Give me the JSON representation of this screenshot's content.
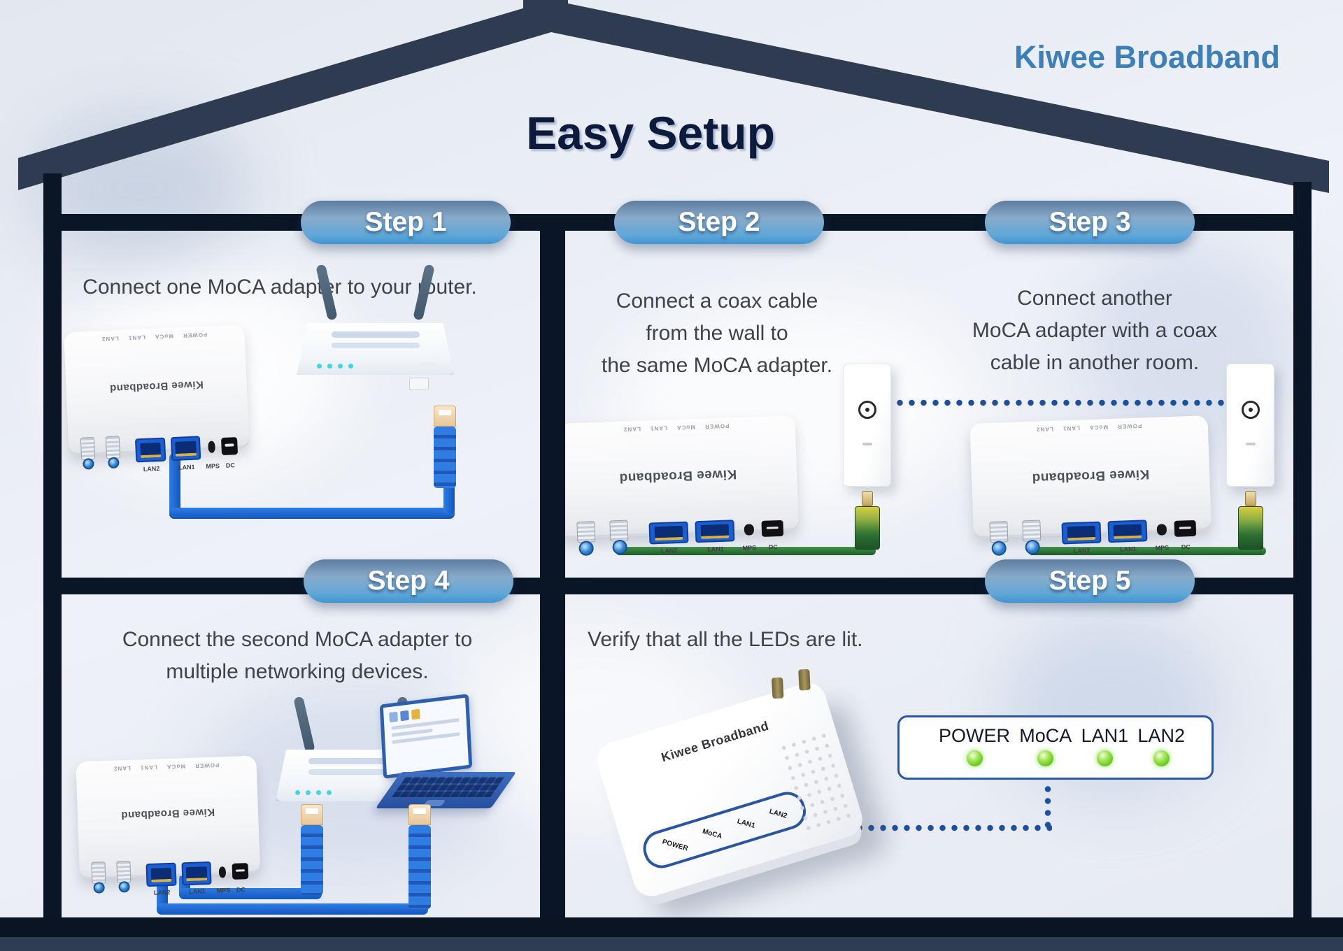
{
  "header": {
    "brand": "Kiwee Broadband",
    "title": "Easy Setup"
  },
  "steps": {
    "s1": {
      "label": "Step 1",
      "line1": "Connect one MoCA adapter to your router."
    },
    "s2": {
      "label": "Step 2",
      "line1": "Connect a coax cable",
      "line2": "from the wall to",
      "line3": "the same MoCA adapter."
    },
    "s3": {
      "label": "Step 3",
      "line1": "Connect another",
      "line2": "MoCA adapter with a coax",
      "line3": "cable in another room."
    },
    "s4": {
      "label": "Step 4",
      "line1": "Connect the second MoCA adapter to",
      "line2": "multiple networking devices."
    },
    "s5": {
      "label": "Step 5",
      "line1": "Verify that all the LEDs are lit."
    }
  },
  "adapter": {
    "brand": "Kiwee Broadband",
    "front_labels": "POWER MoCA LAN1 LAN2",
    "port_labels": {
      "lan2": "LAN2",
      "lan1": "LAN1",
      "mps": "MPS",
      "dc": "DC"
    }
  },
  "adapter3d": {
    "brand": "Kiwee Broadband",
    "leds": [
      "POWER",
      "MoCA",
      "LAN1",
      "LAN2"
    ]
  },
  "led_panel": {
    "items": [
      {
        "label": "POWER"
      },
      {
        "label": "MoCA"
      },
      {
        "label": "LAN1"
      },
      {
        "label": "LAN2"
      }
    ]
  },
  "colors": {
    "brand_blue": "#3d7fb8",
    "title_navy": "#0c1a3c",
    "structure_navy": "#0a1626",
    "roof": "#2f3b50",
    "pill_blue_top": "#5d7c9e",
    "pill_blue_bottom": "#3f96d2",
    "ethernet_blue": "#1e63d0",
    "coax_green": "#2e7d32",
    "led_green": "#72cf20",
    "dotted_blue": "#1d4f9e"
  }
}
